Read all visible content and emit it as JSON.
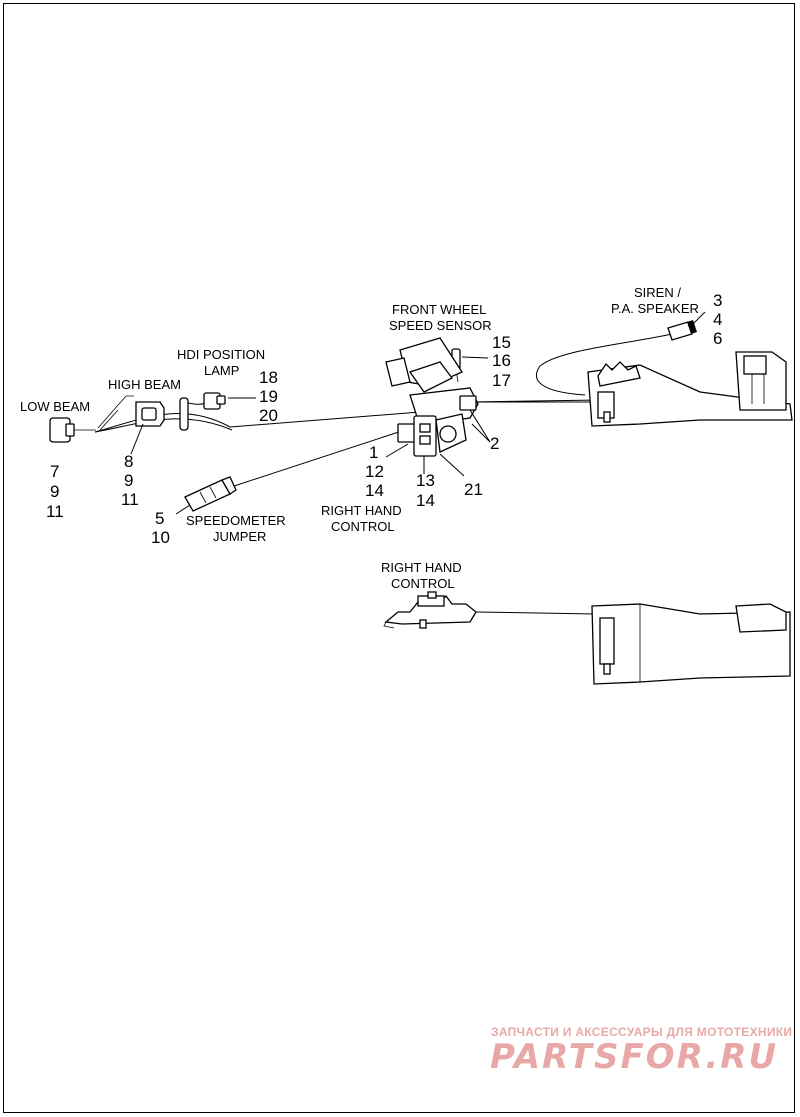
{
  "labels": {
    "low_beam": "LOW BEAM",
    "high_beam": "HIGH BEAM",
    "hdi_line1": "HDI POSITION",
    "hdi_line2": "LAMP",
    "front_wheel_line1": "FRONT WHEEL",
    "front_wheel_line2": "SPEED SENSOR",
    "siren_line1": "SIREN /",
    "siren_line2": "P.A. SPEAKER",
    "speedometer_line1": "SPEEDOMETER",
    "speedometer_line2": "JUMPER",
    "rhc_upper_line1": "RIGHT HAND",
    "rhc_upper_line2": "CONTROL",
    "rhc_lower_line1": "RIGHT HAND",
    "rhc_lower_line2": "CONTROL"
  },
  "callouts": {
    "low_beam": [
      "7",
      "9",
      "11"
    ],
    "high_beam": [
      "8",
      "9",
      "11"
    ],
    "hdi": [
      "18",
      "19",
      "20"
    ],
    "front_wheel": [
      "15",
      "16",
      "17"
    ],
    "siren": [
      "3",
      "4",
      "6"
    ],
    "speedometer": [
      "5",
      "10"
    ],
    "rhc_left": [
      "1",
      "12",
      "14"
    ],
    "rhc_mid": [
      "13",
      "14"
    ],
    "rhc_right": [
      "21"
    ],
    "connector_2": "2"
  },
  "watermark": {
    "line1": "ЗАПЧАСТИ И АКСЕССУАРЫ ДЛЯ МОТОТЕХНИКИ",
    "line2": "PARTSFOR.RU"
  }
}
